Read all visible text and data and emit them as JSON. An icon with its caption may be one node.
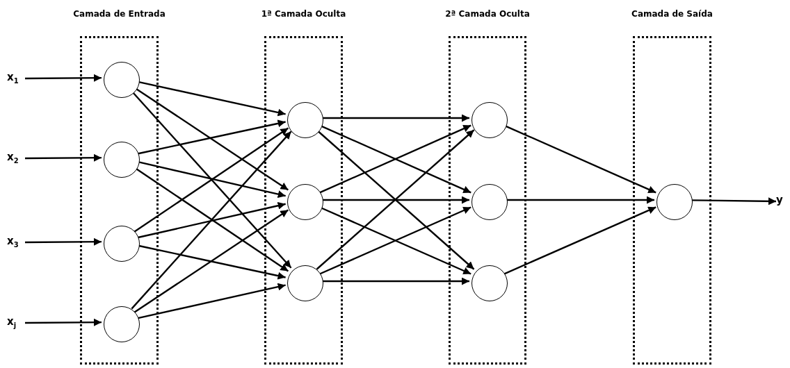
{
  "diagram": {
    "nodes": [
      {
        "text": [
          "Camada de Entrada"
        ]
      },
      {
        "text": [],
        "shape": "circle",
        "in": 0
      },
      {
        "text": [],
        "shape": "circle",
        "in": 0
      },
      {
        "text": [],
        "shape": "circle",
        "in": 0
      },
      {
        "text": [],
        "shape": "circle",
        "in": 0
      },
      {
        "text": [
          "1ª Camada Oculta"
        ]
      },
      {
        "text": [],
        "shape": "circle",
        "in": 5
      },
      {
        "text": [],
        "shape": "circle",
        "in": 5
      },
      {
        "text": [],
        "shape": "circle",
        "in": 5
      },
      {
        "text": [
          "2ª Camada Oculta"
        ]
      },
      {
        "text": [],
        "shape": "circle",
        "in": 9
      },
      {
        "text": [],
        "shape": "circle",
        "in": 9
      },
      {
        "text": [],
        "shape": "circle",
        "in": 9
      },
      {
        "text": [
          "Camada de Saída"
        ]
      },
      {
        "text": [],
        "shape": "circle",
        "in": 13
      },
      {
        "text": [
          "x$_{1}$"
        ]
      },
      {
        "text": [
          "x$_{2}$"
        ]
      },
      {
        "text": [
          "x$_{3}$"
        ]
      },
      {
        "text": [
          "x$_{j}$"
        ]
      },
      {
        "text": [
          "y"
        ]
      }
    ],
    "edges": [
      {
        "from": 15,
        "to": 1,
        "arrow": "to"
      },
      {
        "from": 16,
        "to": 2,
        "arrow": "to"
      },
      {
        "from": 17,
        "to": 3,
        "arrow": "to"
      },
      {
        "from": 18,
        "to": 4,
        "arrow": "to"
      },
      {
        "from": 1,
        "to": 6,
        "arrow": "to"
      },
      {
        "from": 1,
        "to": 7,
        "arrow": "to"
      },
      {
        "from": 1,
        "to": 8,
        "arrow": "to"
      },
      {
        "from": 2,
        "to": 6,
        "arrow": "to"
      },
      {
        "from": 2,
        "to": 7,
        "arrow": "to"
      },
      {
        "from": 2,
        "to": 8,
        "arrow": "to"
      },
      {
        "from": 3,
        "to": 6,
        "arrow": "to"
      },
      {
        "from": 3,
        "to": 7,
        "arrow": "to"
      },
      {
        "from": 3,
        "to": 8,
        "arrow": "to"
      },
      {
        "from": 4,
        "to": 6,
        "arrow": "to"
      },
      {
        "from": 4,
        "to": 7,
        "arrow": "to"
      },
      {
        "from": 4,
        "to": 8,
        "arrow": "to"
      },
      {
        "from": 6,
        "to": 10,
        "arrow": "to"
      },
      {
        "from": 6,
        "to": 11,
        "arrow": "to"
      },
      {
        "from": 6,
        "to": 12,
        "arrow": "to"
      },
      {
        "from": 7,
        "to": 10,
        "arrow": "to"
      },
      {
        "from": 7,
        "to": 11,
        "arrow": "to"
      },
      {
        "from": 7,
        "to": 12,
        "arrow": "to"
      },
      {
        "from": 8,
        "to": 10,
        "arrow": "to"
      },
      {
        "from": 8,
        "to": 11,
        "arrow": "to"
      },
      {
        "from": 8,
        "to": 12,
        "arrow": "to"
      },
      {
        "from": 10,
        "to": 14,
        "arrow": "to"
      },
      {
        "from": 11,
        "to": 14,
        "arrow": "to"
      },
      {
        "from": 12,
        "to": 14,
        "arrow": "to"
      },
      {
        "from": 14,
        "to": 19,
        "arrow": "to"
      }
    ]
  }
}
